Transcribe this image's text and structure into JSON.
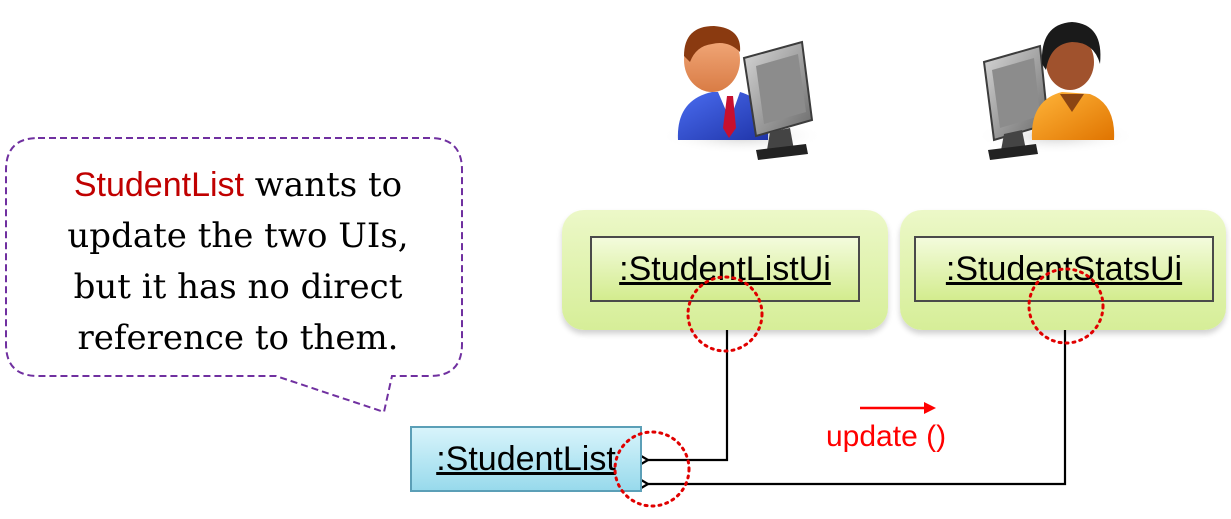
{
  "callout": {
    "highlight": "StudentList",
    "line1_rest": " wants to",
    "line2": "update the two UIs,",
    "line3": "but it  has no direct",
    "line4": "reference to them."
  },
  "objects": {
    "student_list_ui": ":StudentListUi",
    "student_stats_ui": ":StudentStatsUi",
    "student_list": ":StudentList"
  },
  "update_label": "update ()",
  "colors": {
    "highlight": "#c00000",
    "callout_border": "#7030a0",
    "dotted_circle": "#e00000",
    "update": "#ff0000"
  },
  "icons": {
    "left_user": "male-user-at-computer-icon",
    "right_user": "female-user-at-computer-icon"
  }
}
